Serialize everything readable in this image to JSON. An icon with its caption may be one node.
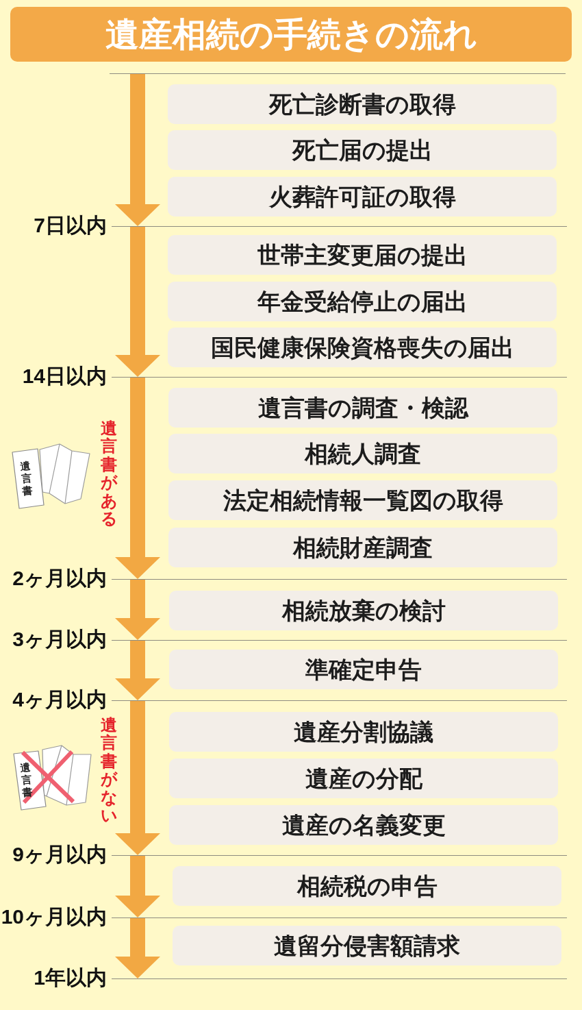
{
  "diagram": {
    "title": "遺産相続の手続きの流れ",
    "nodes": [
      {
        "text": [
          "死亡診断書の取得"
        ]
      },
      {
        "text": [
          "死亡届の提出"
        ]
      },
      {
        "text": [
          "火葬許可証の取得"
        ]
      },
      {
        "text": [
          "世帯主変更届の提出"
        ]
      },
      {
        "text": [
          "年金受給停止の届出"
        ]
      },
      {
        "text": [
          "国民健康保険資格喪失の届出"
        ]
      },
      {
        "text": [
          "遺言書の調査・検認"
        ]
      },
      {
        "text": [
          "相続人調査"
        ]
      },
      {
        "text": [
          "法定相続情報一覧図の取得"
        ]
      },
      {
        "text": [
          "相続財産調査"
        ]
      },
      {
        "text": [
          "相続放棄の検討"
        ]
      },
      {
        "text": [
          "準確定申告"
        ]
      },
      {
        "text": [
          "遺産分割協議"
        ]
      },
      {
        "text": [
          "遺産の分配"
        ]
      },
      {
        "text": [
          "遺産の名義変更"
        ]
      },
      {
        "text": [
          "相続税の申告"
        ]
      },
      {
        "text": [
          "遺留分侵害額請求"
        ]
      }
    ],
    "labels": [
      "7日以内",
      "14日以内",
      "遺言書がある",
      "遺言書",
      "2ヶ月以内",
      "3ヶ月以内",
      "4ヶ月以内",
      "遺言書がない",
      "遺言書",
      "9ヶ月以内",
      "10ヶ月以内",
      "1年以内"
    ]
  }
}
